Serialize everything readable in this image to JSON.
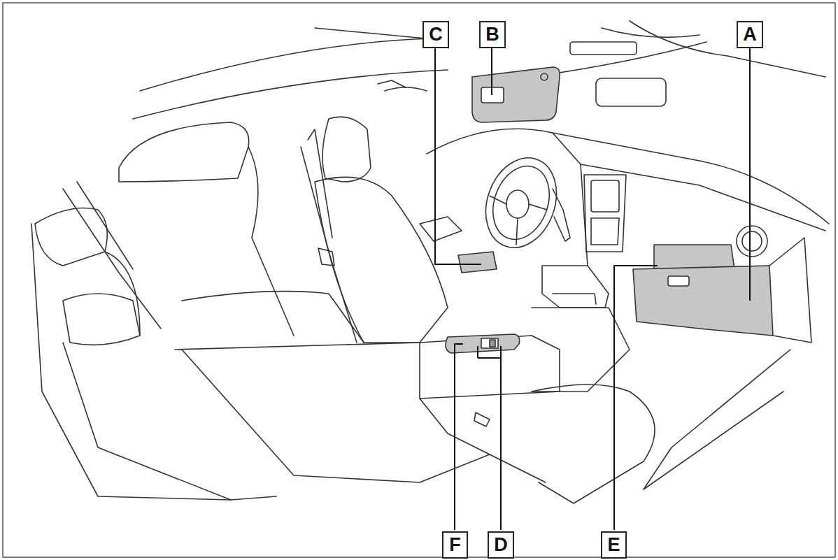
{
  "diagram": {
    "labels": [
      "C",
      "B",
      "A",
      "F",
      "D",
      "E"
    ]
  }
}
